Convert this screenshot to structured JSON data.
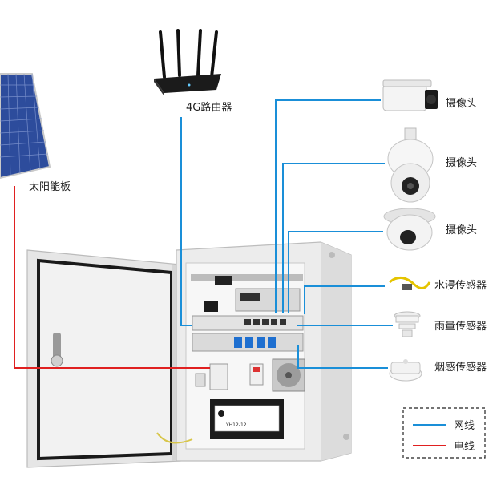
{
  "labels": {
    "router": "4G路由器",
    "solar_panel": "太阳能板",
    "camera_1": "摄像头",
    "camera_2": "摄像头",
    "camera_3": "摄像头",
    "water_sensor": "水浸传感器",
    "rain_sensor": "雨量传感器",
    "smoke_sensor": "烟感传感器"
  },
  "legend": {
    "network_line": "网线",
    "power_line": "电线"
  },
  "battery_label": "YH12-12",
  "colors": {
    "network_line": "#1a8fd8",
    "power_line": "#e02020",
    "cabinet": "#ececec",
    "panel_blue": "#2a4fa3"
  }
}
